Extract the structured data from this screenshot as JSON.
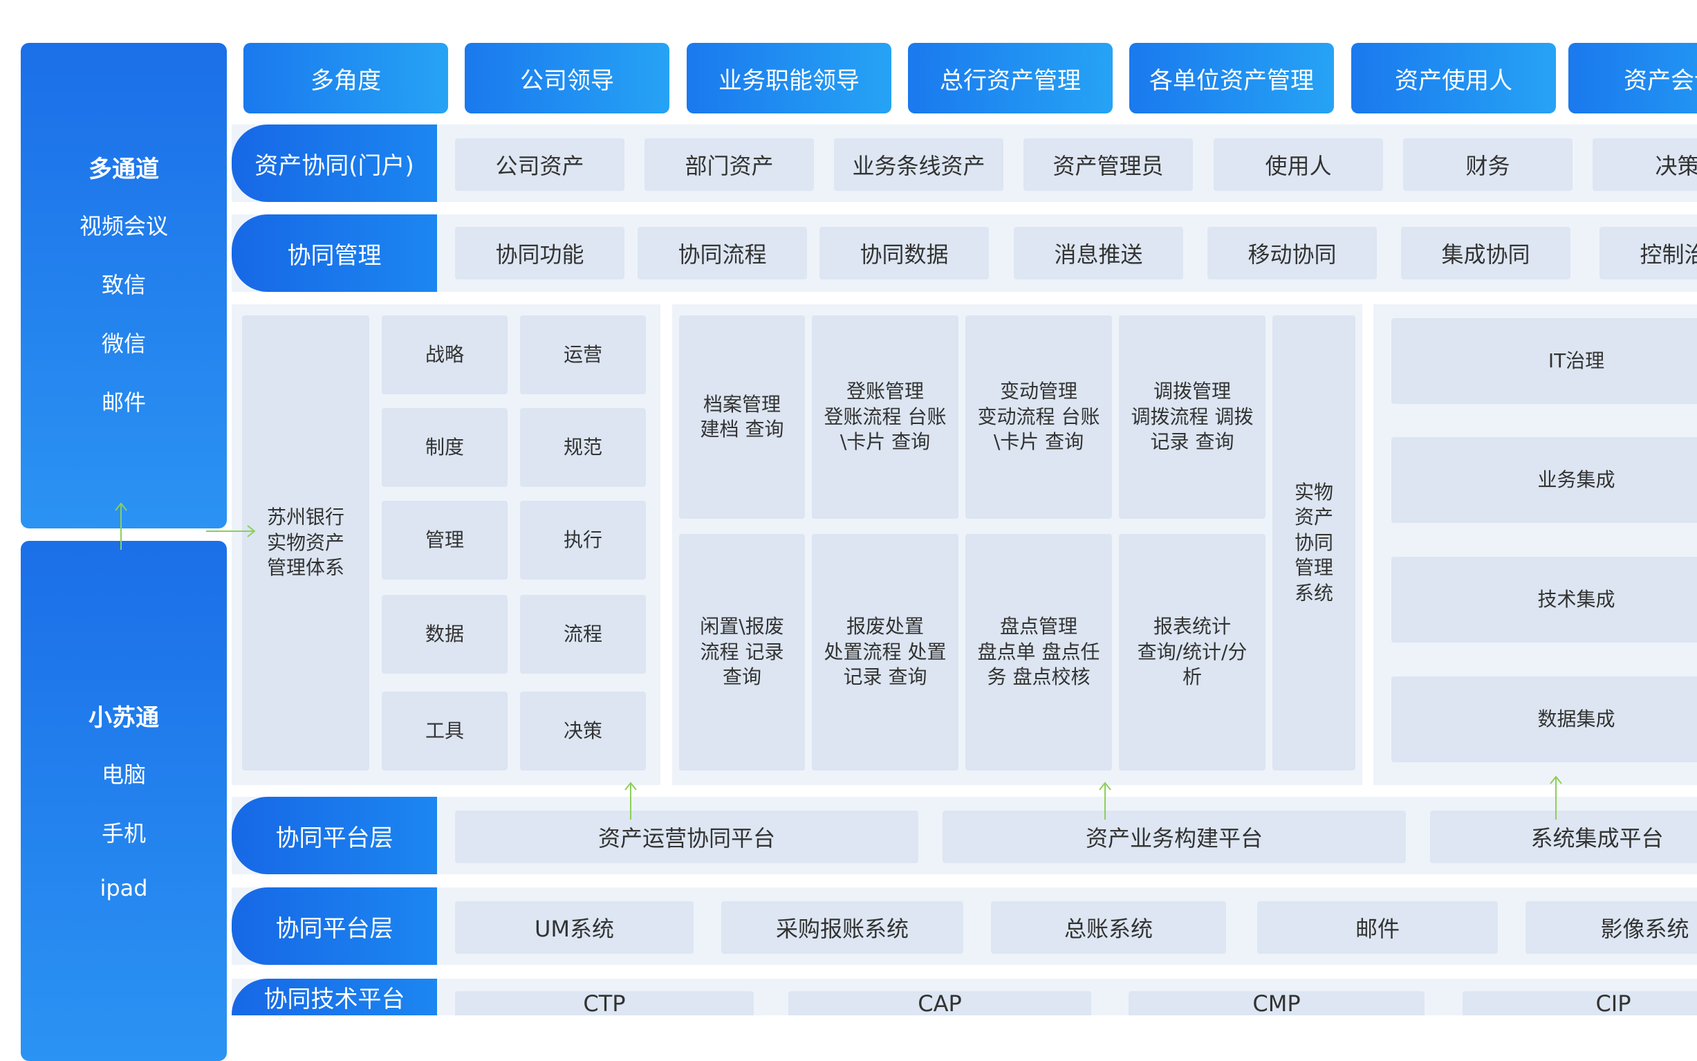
{
  "side": {
    "top": {
      "title": "多通道",
      "items": [
        "视频会议",
        "致信",
        "微信",
        "邮件"
      ]
    },
    "bottom": {
      "title": "小苏通",
      "items": [
        "电脑",
        "手机",
        "ipad"
      ]
    }
  },
  "roles": [
    "多角度",
    "公司领导",
    "业务职能领导",
    "总行资产管理",
    "各单位资产管理",
    "资产使用人",
    "资产会计"
  ],
  "portal": {
    "label": "资产协同(门户)",
    "items": [
      "公司资产",
      "部门资产",
      "业务条线资产",
      "资产管理员",
      "使用人",
      "财务",
      "决策"
    ]
  },
  "manage": {
    "label": "协同管理",
    "items": [
      "协同功能",
      "协同流程",
      "协同数据",
      "消息推送",
      "移动协同",
      "集成协同",
      "控制治理"
    ]
  },
  "system": {
    "title": "苏州银行\n实物资产\n管理体系",
    "grid": [
      "战略",
      "运营",
      "制度",
      "规范",
      "管理",
      "执行",
      "数据",
      "流程",
      "工具",
      "决策"
    ]
  },
  "business": {
    "top": [
      "档案管理\n建档 查询",
      "登账管理\n登账流程 台账\n\\卡片 查询",
      "变动管理\n变动流程 台账\n\\卡片 查询",
      "调拨管理\n调拨流程 调拨\n记录 查询"
    ],
    "bottom": [
      "闲置\\报废\n流程 记录\n查询",
      "报废处置\n处置流程 处置\n记录 查询",
      "盘点管理\n盘点单 盘点任\n务 盘点校核",
      "报表统计\n查询/统计/分\n析"
    ],
    "side": "实物\n资产\n协同\n管理\n系统"
  },
  "integration": [
    "IT治理",
    "业务集成",
    "技术集成",
    "数据集成"
  ],
  "platform": {
    "label": "协同平台层",
    "items": [
      "资产运营协同平台",
      "资产业务构建平台",
      "系统集成平台"
    ]
  },
  "systems": {
    "label": "协同平台层",
    "items": [
      "UM系统",
      "采购报账系统",
      "总账系统",
      "邮件",
      "影像系统"
    ]
  },
  "tech": {
    "label": "协同技术平台",
    "items": [
      "CTP",
      "CAP",
      "CMP",
      "CIP"
    ]
  },
  "colors": {
    "accent": "#1a79ee",
    "cell": "#dde6f2",
    "panel": "#eef3fa",
    "arrow": "#8ccf5a"
  }
}
